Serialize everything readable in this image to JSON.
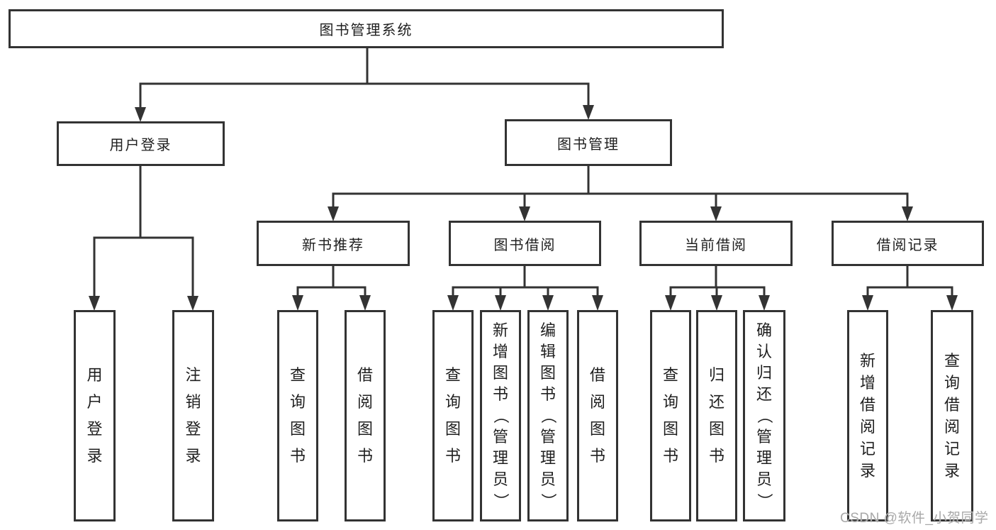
{
  "tree": {
    "root": "图书管理系统",
    "branches": [
      {
        "label": "用户登录",
        "children": [
          {
            "label": "用户登录"
          },
          {
            "label": "注销登录"
          }
        ]
      },
      {
        "label": "图书管理",
        "children": [
          {
            "label": "新书推荐",
            "children": [
              {
                "label": "查询图书"
              },
              {
                "label": "借阅图书"
              }
            ]
          },
          {
            "label": "图书借阅",
            "children": [
              {
                "label": "查询图书"
              },
              {
                "label": "新增图书（管理员）"
              },
              {
                "label": "编辑图书（管理员）"
              },
              {
                "label": "借阅图书"
              }
            ]
          },
          {
            "label": "当前借阅",
            "children": [
              {
                "label": "查询图书"
              },
              {
                "label": "归还图书"
              },
              {
                "label": "确认归还（管理员）"
              }
            ]
          },
          {
            "label": "借阅记录",
            "children": [
              {
                "label": "新增借阅记录"
              },
              {
                "label": "查询借阅记录"
              }
            ]
          }
        ]
      }
    ]
  },
  "watermark": {
    "text": "CSDN @软件_小贺同学"
  },
  "colors": {
    "stroke": "#333333",
    "text": "#1f1f1f",
    "watermark": "#a8a8a8",
    "background": "#ffffff"
  }
}
